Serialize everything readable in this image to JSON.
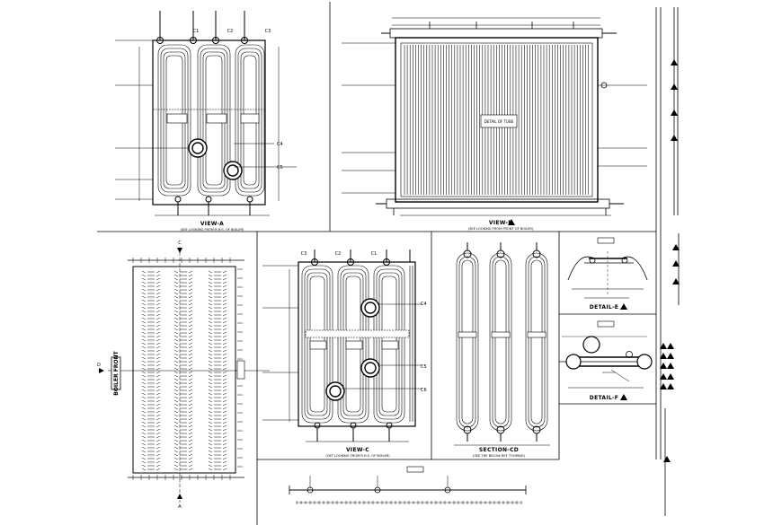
{
  "views": {
    "a": {
      "title": "VIEW-A",
      "subtitle": "(SEE LOOKING FROM R.H.S. OF BOILER)"
    },
    "b": {
      "title": "VIEW-B",
      "subtitle": "(SEE LOOKING FROM FRONT OF BOILER)"
    },
    "c": {
      "title": "VIEW-C",
      "subtitle": "(GET LOOKING FROM R.H.S. OF BOILER)"
    },
    "cd": {
      "title": "SECTION-CD",
      "subtitle": "(SEE THE BELOW REF TOURING)"
    },
    "e": {
      "title": "DETAIL-E"
    },
    "f": {
      "title": "DETAIL-F"
    }
  },
  "labels": {
    "c_top": "C",
    "a_bottom": "A",
    "d_left": "D",
    "boiler_front": "BOILER FRONT",
    "center_note": "DETAIL OF TUBE"
  },
  "tags_a": [
    "C1",
    "C2",
    "C3"
  ],
  "tags_a_side": [
    "C4",
    "C5"
  ],
  "tags_c": [
    "C3",
    "C2",
    "C1"
  ],
  "tags_c_side": [
    "C4",
    "C5",
    "C6"
  ]
}
